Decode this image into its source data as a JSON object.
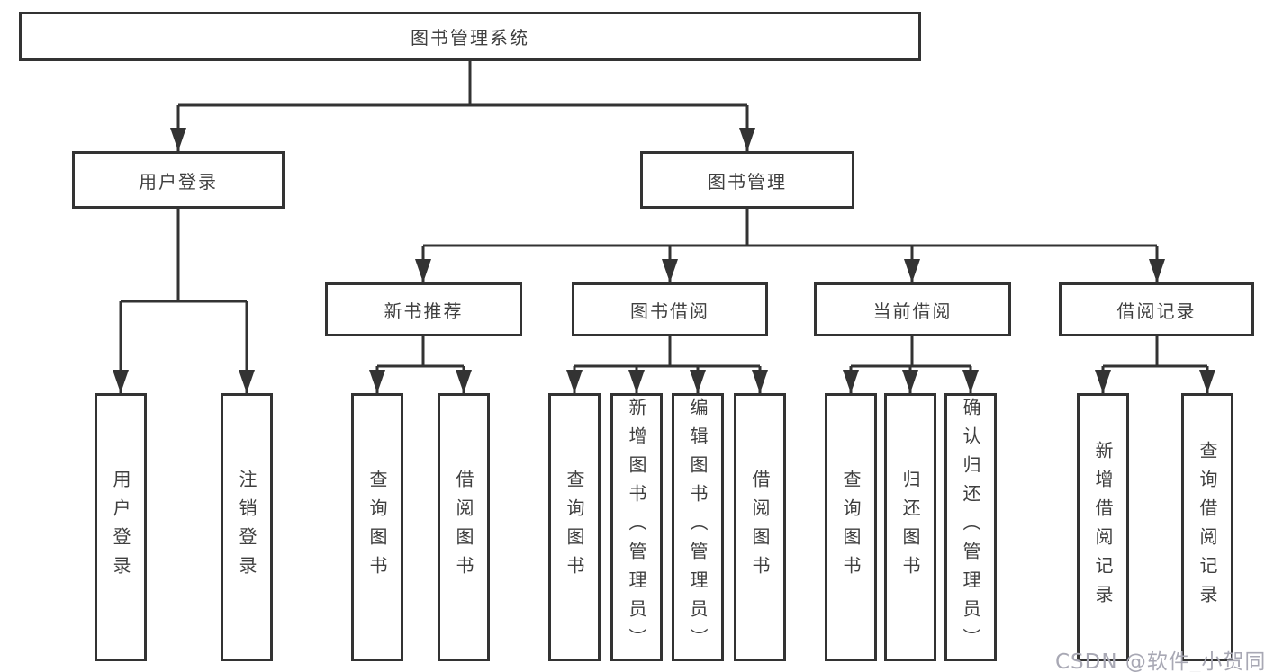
{
  "tree": {
    "root": "图书管理系统",
    "user_branch": {
      "label": "用户登录",
      "children": [
        "用户登录",
        "注销登录"
      ]
    },
    "book_branch": {
      "label": "图书管理",
      "sections": [
        {
          "label": "新书推荐",
          "children": [
            "查询图书",
            "借阅图书"
          ]
        },
        {
          "label": "图书借阅",
          "children": [
            "查询图书",
            "新增图书（管理员）",
            "编辑图书（管理员）",
            "借阅图书"
          ]
        },
        {
          "label": "当前借阅",
          "children": [
            "查询图书",
            "归还图书",
            "确认归还（管理员）"
          ]
        },
        {
          "label": "借阅记录",
          "children": [
            "新增借阅记录",
            "查询借阅记录"
          ]
        }
      ]
    }
  },
  "watermark": "CSDN @软件_小贺同学",
  "colors": {
    "line": "#333333",
    "text": "#3f3f3f",
    "background": "#ffffff",
    "watermark": "#a8a8b4"
  }
}
